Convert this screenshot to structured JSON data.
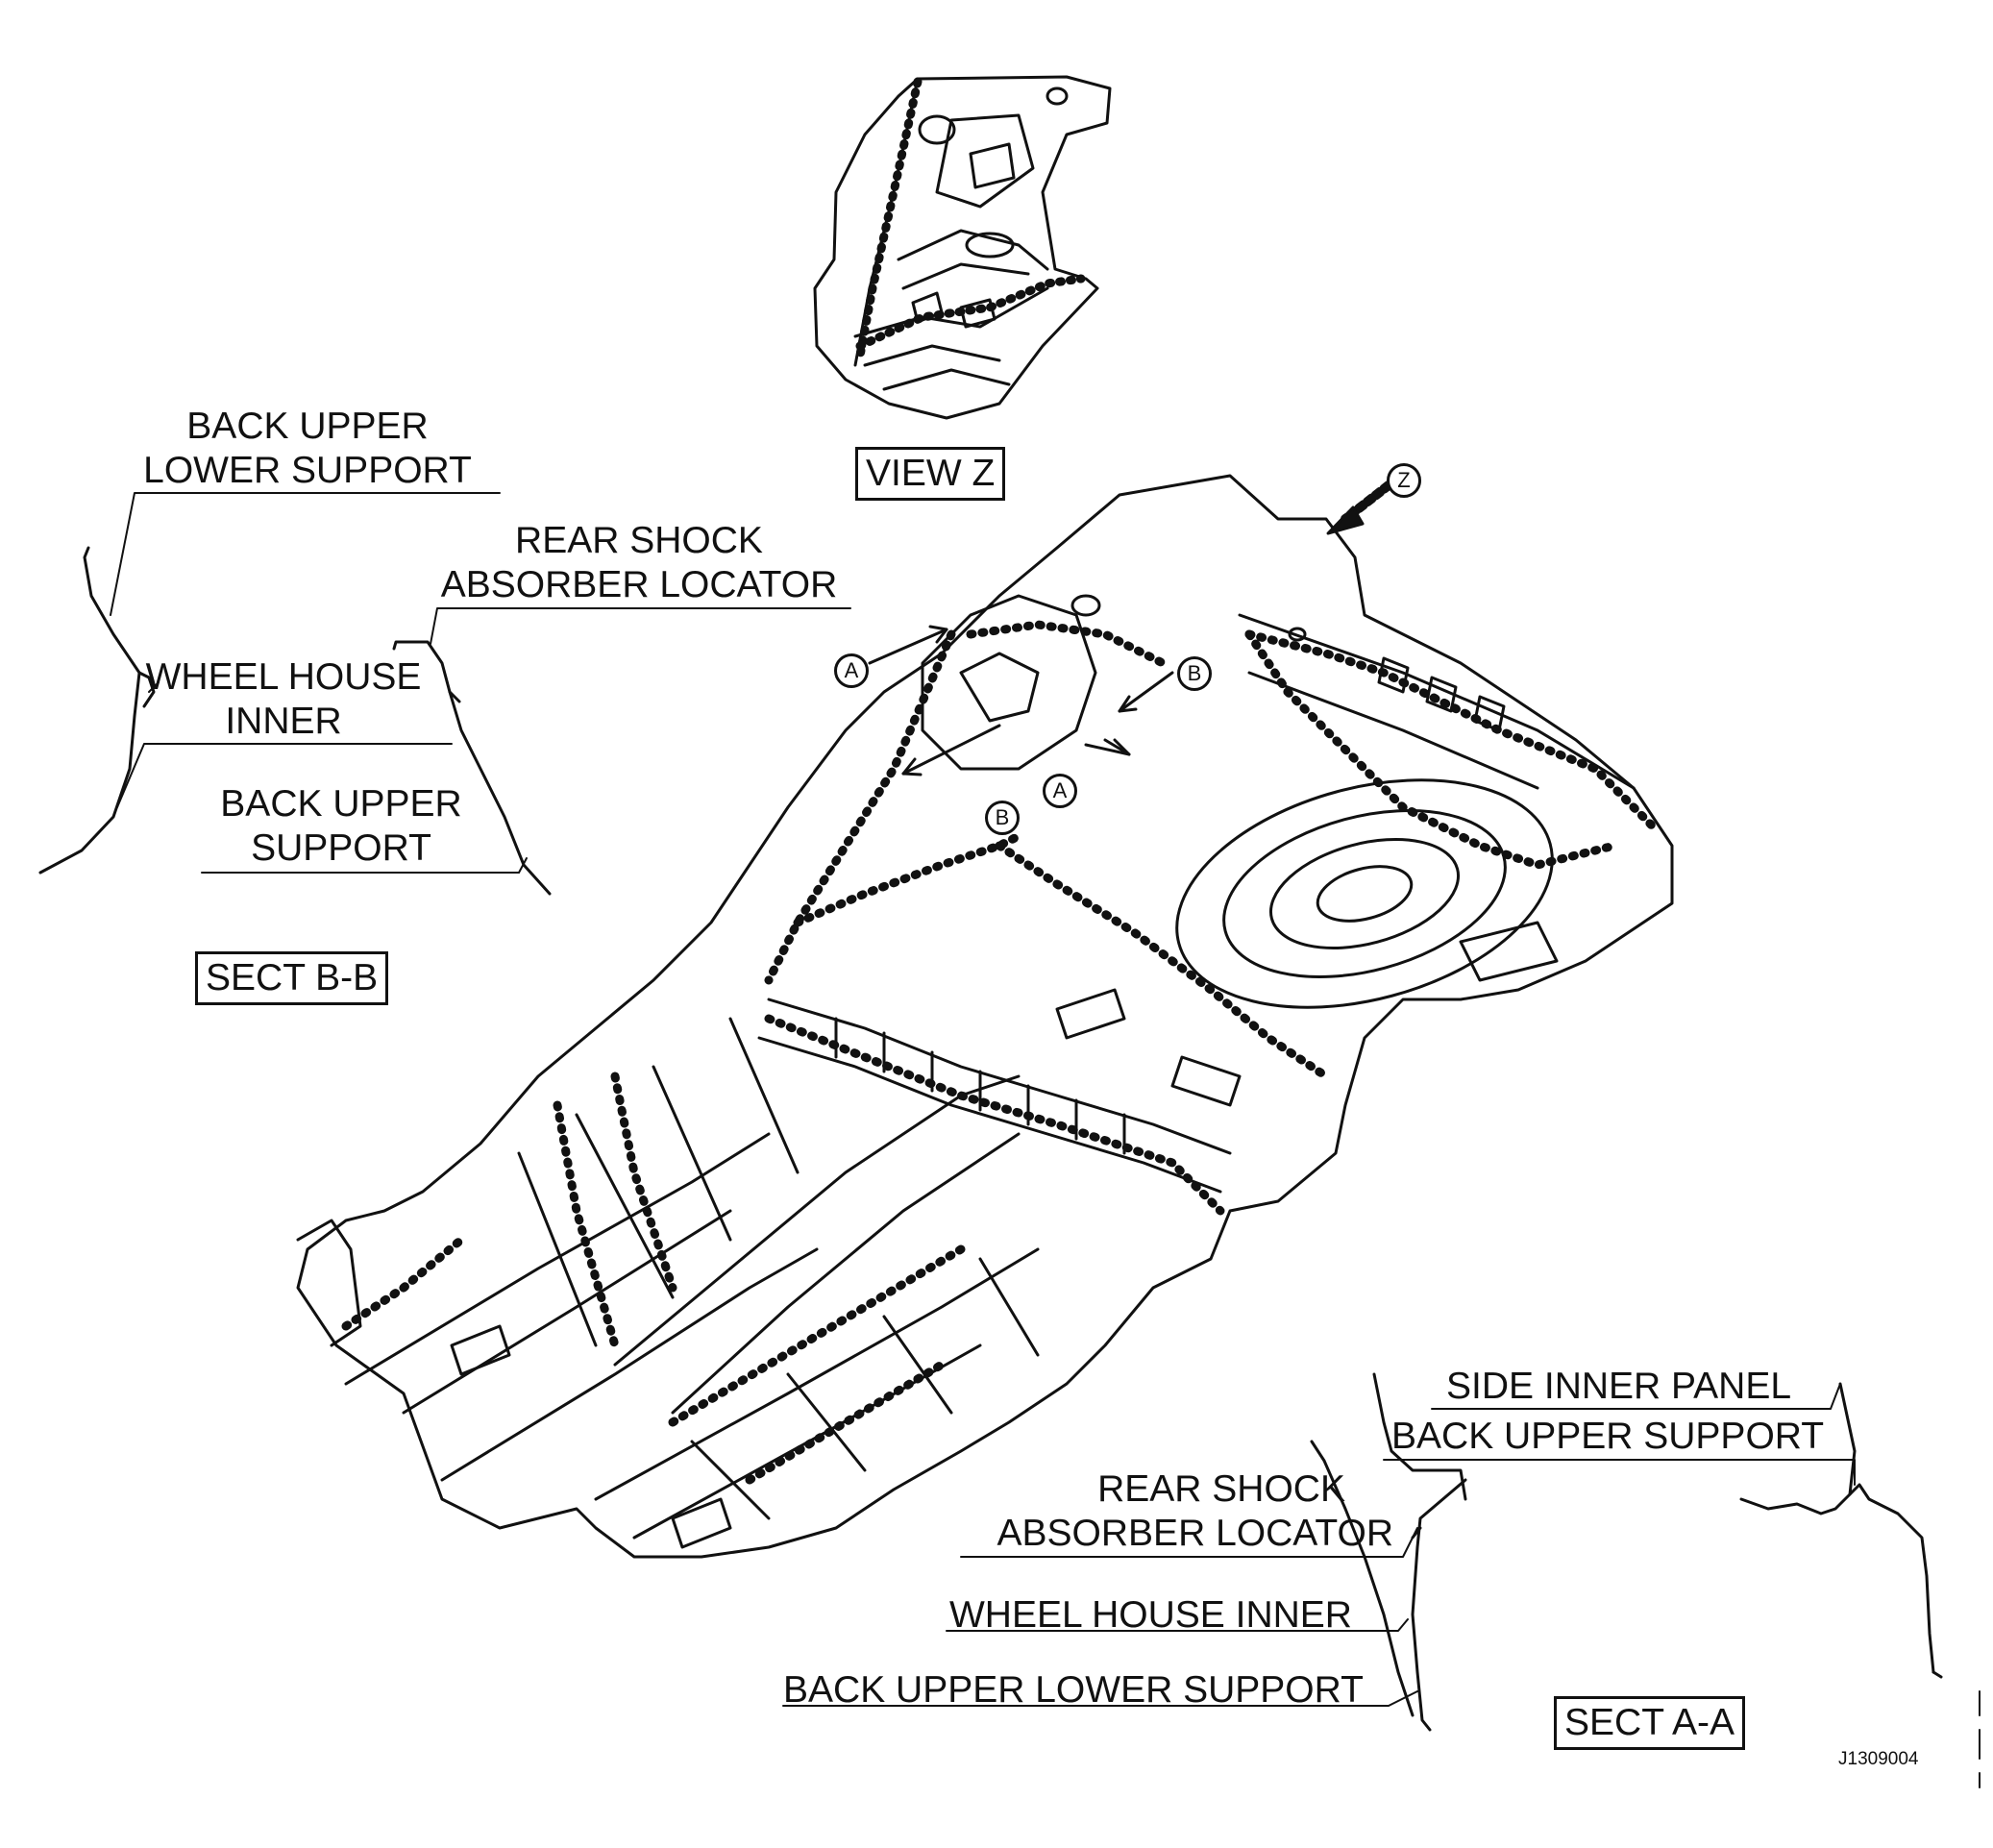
{
  "labels": {
    "sect_bb_top_line1": "BACK UPPER",
    "sect_bb_top_line2": "LOWER SUPPORT",
    "sect_bb_shock_line1": "REAR SHOCK",
    "sect_bb_shock_line2": "ABSORBER LOCATOR",
    "sect_bb_wheel_line1": "WHEEL HOUSE",
    "sect_bb_wheel_line2": "INNER",
    "sect_bb_upper_line1": "BACK UPPER",
    "sect_bb_upper_line2": "SUPPORT",
    "sect_aa_side_inner": "SIDE INNER PANEL",
    "sect_aa_back_upper": "BACK UPPER SUPPORT",
    "sect_aa_shock_line1": "REAR SHOCK",
    "sect_aa_shock_line2": "ABSORBER LOCATOR",
    "sect_aa_wheel": "WHEEL HOUSE INNER",
    "sect_aa_lower": "BACK UPPER LOWER SUPPORT"
  },
  "titles": {
    "view_z": "VIEW Z",
    "sect_bb": "SECT B-B",
    "sect_aa": "SECT A-A"
  },
  "markers": {
    "a": "A",
    "b": "B",
    "z": "Z"
  },
  "figure_number": "J1309004",
  "colors": {
    "ink": "#111111",
    "paper": "#ffffff"
  }
}
